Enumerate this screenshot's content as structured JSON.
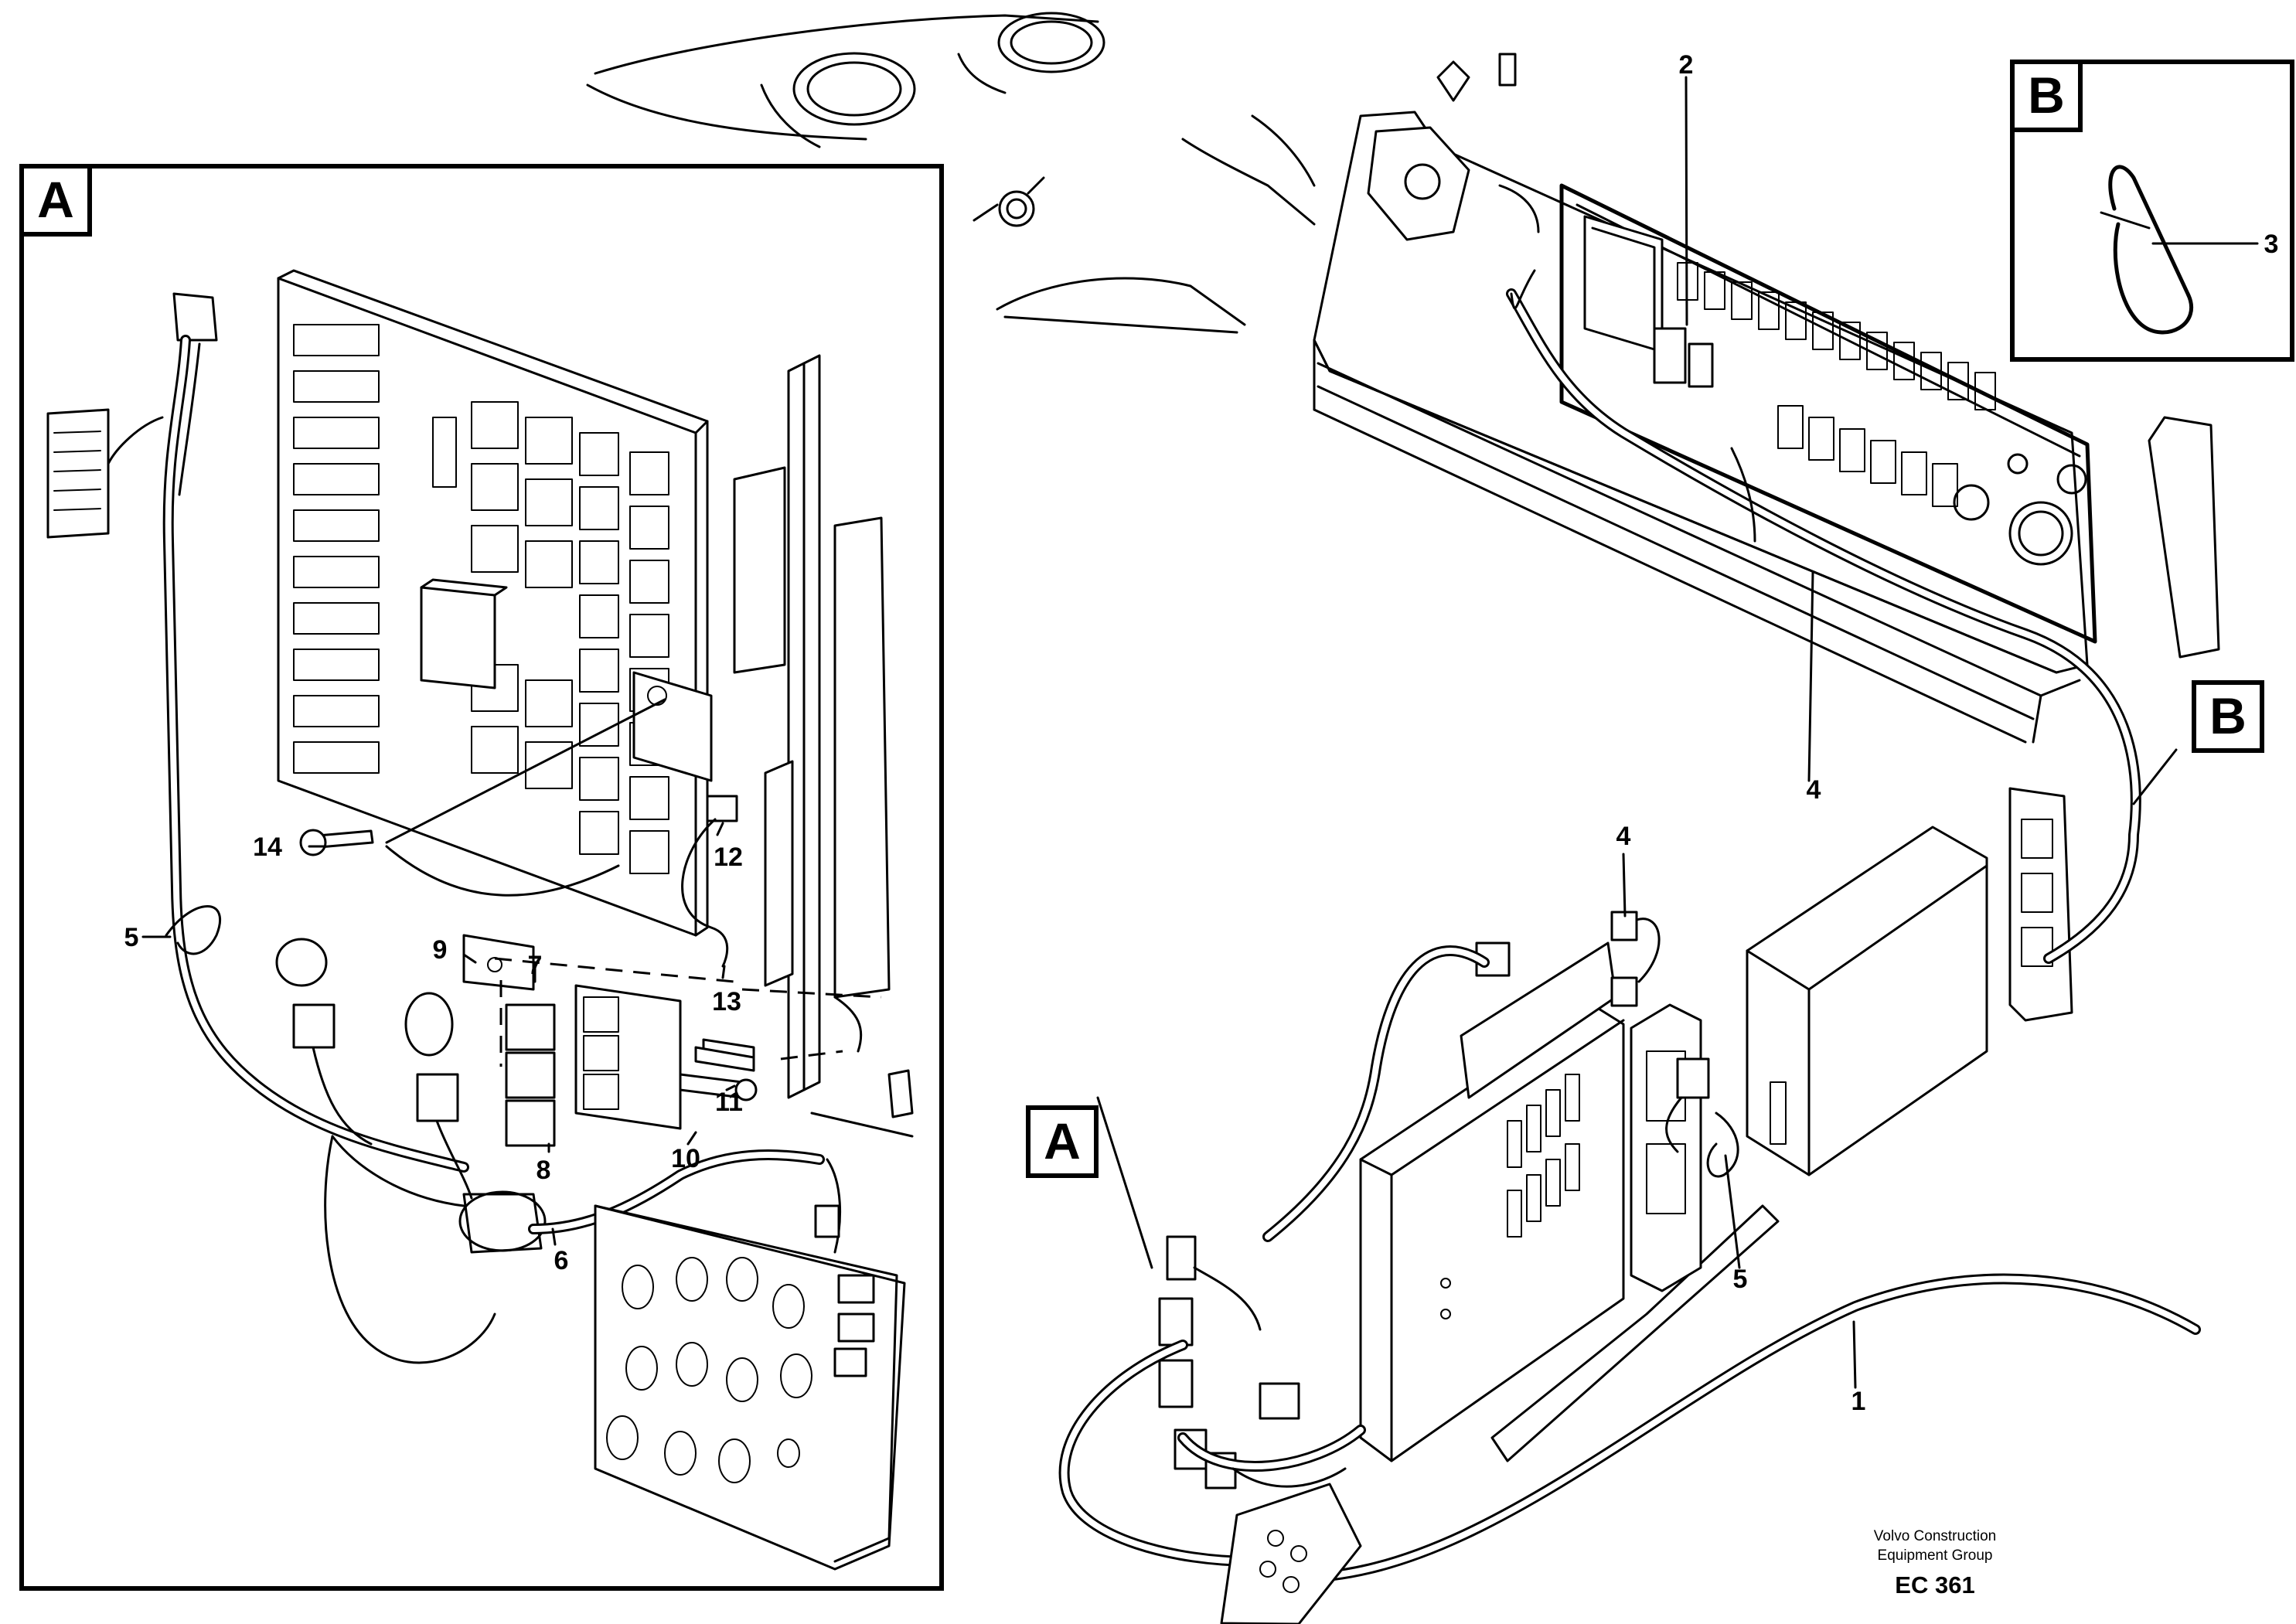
{
  "callouts": {
    "a_inset": "A",
    "b_inset": "B",
    "a_pointer": "A",
    "b_pointer": "B"
  },
  "labels": {
    "n1": "1",
    "n2": "2",
    "n3": "3",
    "n4_top": "4",
    "n4_mid": "4",
    "n5_right": "5",
    "n5_left": "5",
    "n6": "6",
    "n7": "7",
    "n8": "8",
    "n9": "9",
    "n10": "10",
    "n11": "11",
    "n12": "12",
    "n13": "13",
    "n14": "14"
  },
  "footer": {
    "line1": "Volvo Construction",
    "line2": "Equipment Group",
    "code": "EC 361"
  }
}
